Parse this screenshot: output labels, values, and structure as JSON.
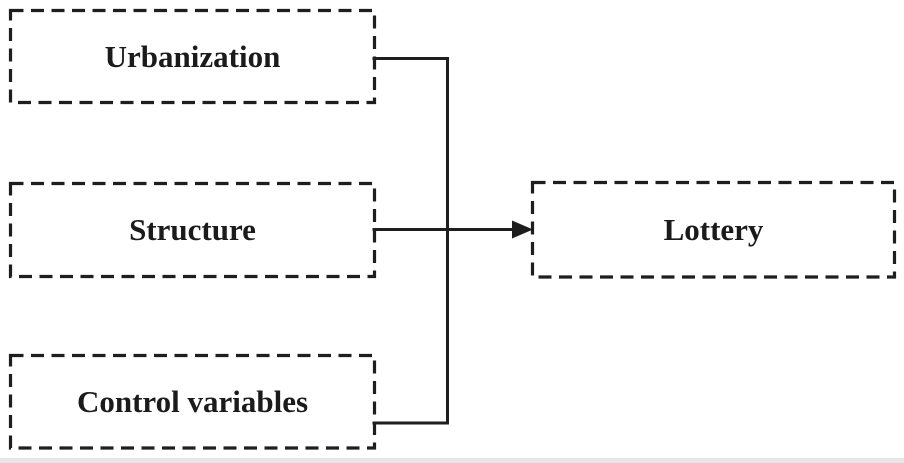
{
  "diagram": {
    "type": "flow-diagram",
    "background": "#ffffff",
    "line_color": "#1e1e1e",
    "text_color": "#1b1b1b",
    "nodes": [
      {
        "id": "urbanization",
        "label": "Urbanization"
      },
      {
        "id": "structure",
        "label": "Structure"
      },
      {
        "id": "control-variables",
        "label": "Control variables"
      },
      {
        "id": "lottery",
        "label": "Lottery"
      }
    ],
    "edges": [
      {
        "from": "urbanization",
        "to": "lottery"
      },
      {
        "from": "structure",
        "to": "lottery"
      },
      {
        "from": "control-variables",
        "to": "lottery"
      }
    ],
    "arrow": {
      "style": "solid",
      "head": "filled-triangle"
    },
    "box_border_style": "dashed"
  }
}
